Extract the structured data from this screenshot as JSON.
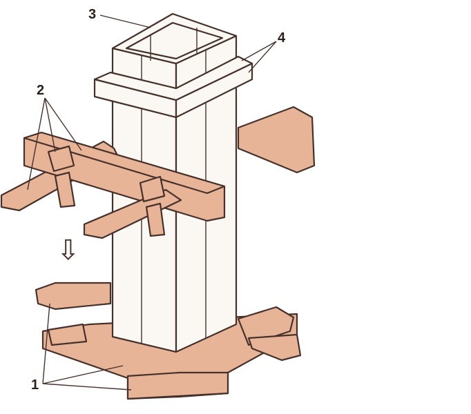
{
  "labels": {
    "one": "1",
    "two": "2",
    "three": "3",
    "four": "4"
  },
  "arrow": "⇩",
  "colors": {
    "wood": "#e8b497",
    "ink": "#45302a"
  }
}
